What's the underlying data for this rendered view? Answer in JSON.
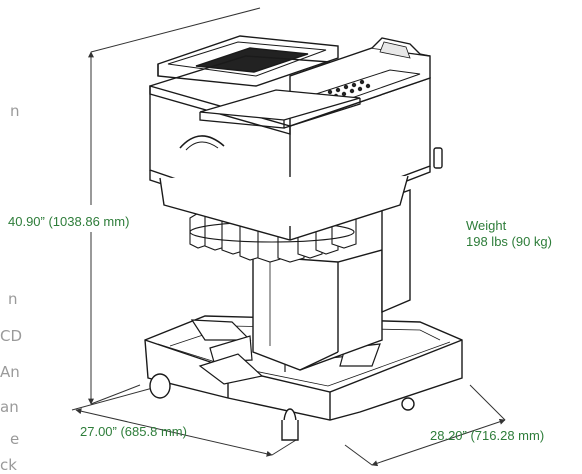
{
  "dimensions": {
    "height": "40.90” (1038.86 mm)",
    "width": "27.00” (685.8 mm)",
    "depth": "28.20” (716.28 mm)"
  },
  "weight": {
    "label": "Weight",
    "value": "198 lbs (90 kg)"
  },
  "cropped_side_text": [
    "n",
    "n",
    "CD",
    "An",
    "an",
    "e",
    "ck"
  ],
  "colors": {
    "label_green": "#2e7d3a",
    "outline": "#1a1a1a",
    "dimension_line": "#333333",
    "side_text_gray": "#9a9a9a"
  }
}
